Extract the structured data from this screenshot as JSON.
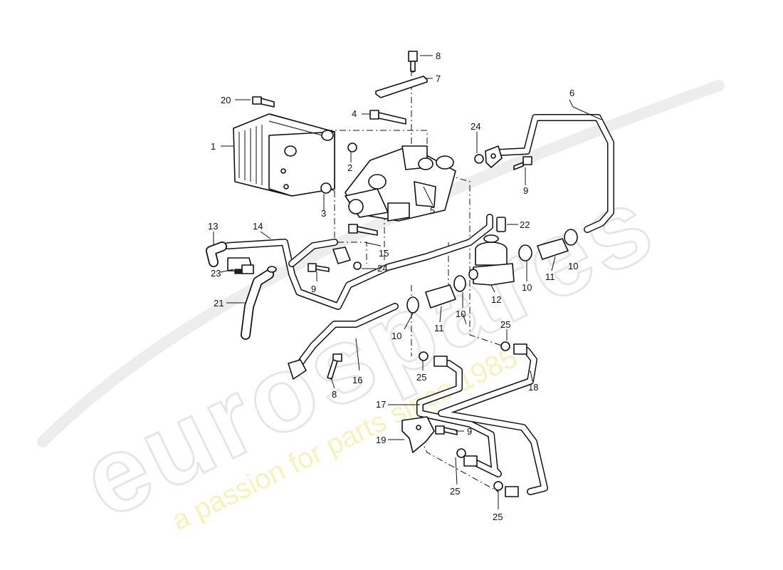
{
  "watermark": {
    "brand": "eurospares",
    "tagline": "a passion for parts since 1985"
  },
  "callouts": [
    {
      "id": "c8a",
      "label": "8"
    },
    {
      "id": "c7",
      "label": "7"
    },
    {
      "id": "c20",
      "label": "20"
    },
    {
      "id": "c4",
      "label": "4"
    },
    {
      "id": "c6",
      "label": "6"
    },
    {
      "id": "c1",
      "label": "1"
    },
    {
      "id": "c2",
      "label": "2"
    },
    {
      "id": "c24a",
      "label": "24"
    },
    {
      "id": "c9a",
      "label": "9"
    },
    {
      "id": "c3",
      "label": "3"
    },
    {
      "id": "c5",
      "label": "5"
    },
    {
      "id": "c22",
      "label": "22"
    },
    {
      "id": "c13",
      "label": "13"
    },
    {
      "id": "c14",
      "label": "14"
    },
    {
      "id": "c15",
      "label": "15"
    },
    {
      "id": "c23",
      "label": "23"
    },
    {
      "id": "c24b",
      "label": "24"
    },
    {
      "id": "c10a",
      "label": "10"
    },
    {
      "id": "c11a",
      "label": "11"
    },
    {
      "id": "c9b",
      "label": "9"
    },
    {
      "id": "c12",
      "label": "12"
    },
    {
      "id": "c10b",
      "label": "10"
    },
    {
      "id": "c21",
      "label": "21"
    },
    {
      "id": "c10c",
      "label": "10"
    },
    {
      "id": "c11b",
      "label": "11"
    },
    {
      "id": "c10d",
      "label": "10"
    },
    {
      "id": "c25a",
      "label": "25"
    },
    {
      "id": "c16",
      "label": "16"
    },
    {
      "id": "c8b",
      "label": "8"
    },
    {
      "id": "c25b",
      "label": "25"
    },
    {
      "id": "c18",
      "label": "18"
    },
    {
      "id": "c17",
      "label": "17"
    },
    {
      "id": "c9c",
      "label": "9"
    },
    {
      "id": "c19",
      "label": "19"
    },
    {
      "id": "c25c",
      "label": "25"
    },
    {
      "id": "c25d",
      "label": "25"
    }
  ]
}
